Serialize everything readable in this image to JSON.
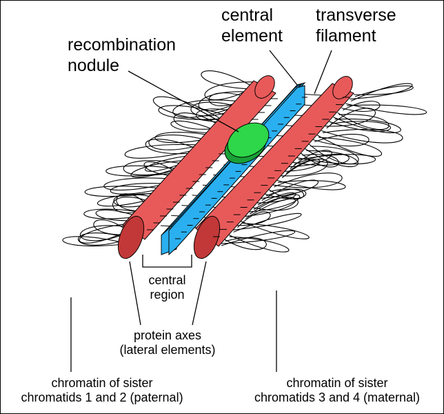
{
  "labels": {
    "central_element": [
      "central",
      "element"
    ],
    "transverse_filament": [
      "transverse",
      "filament"
    ],
    "recombination_nodule": [
      "recombination",
      "nodule"
    ],
    "central_region": [
      "central",
      "region"
    ],
    "protein_axes": [
      "protein axes",
      "(lateral elements)"
    ],
    "chromatin_left": [
      "chromatin of sister",
      "chromatids 1 and 2 (paternal)"
    ],
    "chromatin_right": [
      "chromatin of sister",
      "chromatids 3 and 4 (maternal)"
    ]
  },
  "colors": {
    "lateral_element": "#e85a5a",
    "lateral_element_end": "#c23838",
    "central_element": "#2ab0f0",
    "central_element_dark": "#1585c8",
    "recombination_nodule": "#2ed64a",
    "recombination_nodule_dark": "#1aa036",
    "chromatin_line": "#000000"
  }
}
